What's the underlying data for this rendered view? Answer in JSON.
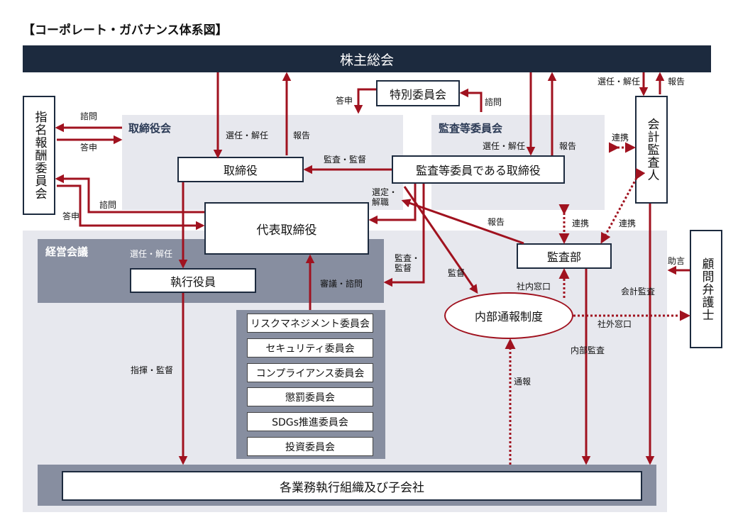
{
  "title": "【コーポレート・ガバナンス体系図】",
  "bodies": {
    "shareholders": "株主総会",
    "special_committee": "特別委員会",
    "nomination_committee": "指名報酬委員会",
    "board_region": "取締役会",
    "audit_committee_region": "監査等委員会",
    "directors": "取締役",
    "audit_committee_directors": "監査等委員である取締役",
    "accounting_auditor": "会計監査人",
    "representative_director": "代表取締役",
    "management_meeting_region": "経営会議",
    "executive_officers": "執行役員",
    "internal_audit_dept": "監査部",
    "legal_counsel": "顧問弁護士",
    "whistleblowing_system": "内部通報制度",
    "business_units": "各業務執行組織及び子会社"
  },
  "committees": [
    "リスクマネジメント委員会",
    "セキュリティ委員会",
    "コンプライアンス委員会",
    "懲罰委員会",
    "SDGs推進委員会",
    "投資委員会"
  ],
  "labels": {
    "consult_nomination": "諮問",
    "answer_nomination": "答申",
    "consult_rep": "諮問",
    "answer_rep": "答申",
    "answer_special": "答申",
    "consult_special": "諮問",
    "appoint_directors": "選任・解任",
    "report_directors": "報告",
    "appoint_audit": "選任・解任",
    "report_audit": "報告",
    "appoint_accounting": "選任・解任",
    "report_accounting": "報告",
    "audit_supervise_directors": "監査・監督",
    "select_dismiss": "選定・\n解職",
    "audit_supervise_rep": "監査・\n監督",
    "supervise_whistle": "監督",
    "report_internal_audit": "報告",
    "coordinate_1": "連携",
    "coordinate_2": "連携",
    "coordinate_3": "連携",
    "appoint_executives": "選任・解任",
    "deliberate_consult": "審議・諮問",
    "internal_contact": "社内窓口",
    "external_contact": "社外窓口",
    "advice": "助言",
    "accounting_audit": "会計監査",
    "internal_audit": "内部監査",
    "command_supervise": "指揮・監督",
    "report_whistle": "通報"
  },
  "colors": {
    "navy": "#1c2a3e",
    "arrow_red": "#a0121f",
    "region_light": "#e7e8ee",
    "region_mid": "#b9bdc8",
    "region_dark": "#878ea0"
  }
}
